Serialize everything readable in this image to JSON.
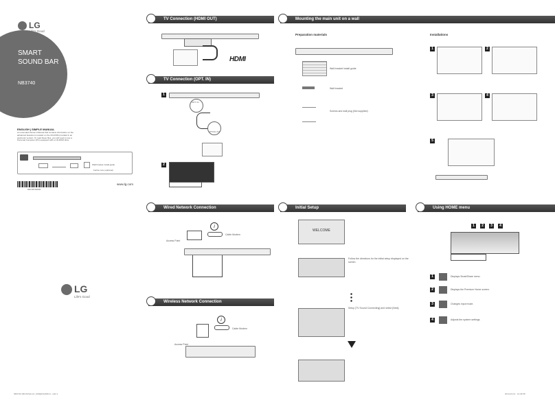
{
  "brand": {
    "logo_text": "LG",
    "tagline": "Life's Good"
  },
  "cover": {
    "title_line1": "SMART",
    "title_line2": "SOUND BAR",
    "model": "NB3740",
    "manual_label": "ENGLISH | SIMPLE MANUAL",
    "manual_desc": "An extended Owner's Manual that contains information on the advanced features is located on the CD-ROM provided in an electronic version. To read these files, you will need to use a Personal Computer (PC) equipped with a CD-ROM drive.",
    "acc_wall": "Wall bracket install guide",
    "acc_ferrite": "Ferrite core (optional)",
    "website": "www.lg.com"
  },
  "sections": {
    "hdmi": "TV Connection (HDMI OUT)",
    "optical": "TV Connection (OPT. IN)",
    "wall": "Mounting the main unit on a wall",
    "wired": "Wired Network Connection",
    "initial": "Initial Setup",
    "home": "Using HOME menu",
    "wireless": "Wireless Network Connection"
  },
  "hdmi_logo": "HDMI",
  "optical": {
    "opt_in": "OPT. IN",
    "optical": "OPTICAL OUT"
  },
  "wall": {
    "prep": "Preparation materials",
    "install": "Installations",
    "guide": "Wall bracket install guide",
    "bracket": "Wall bracket",
    "screws": "Screws and wall plug (Not supplied)"
  },
  "network": {
    "cable_modem": "Cable Modem",
    "access_point": "Access Point"
  },
  "initial": {
    "welcome": "WELCOME",
    "follow": "Follow the directions for the initial setup displayed on the screen.",
    "setup": "Setup [TV Sound Connecting] and select [Next]."
  },
  "home": {
    "nums": [
      "1",
      "2",
      "3",
      "4"
    ],
    "items": [
      {
        "num": "1",
        "text": "Displays SmartShare menu"
      },
      {
        "num": "2",
        "text": "Displays the Premium Home screen."
      },
      {
        "num": "3",
        "text": "Changes input mode."
      },
      {
        "num": "4",
        "text": "Adjusts the system settings."
      }
    ]
  },
  "footer": {
    "left": "NB3740-NB.DUSALLK_SIM(ENG)MFL6...indd  1",
    "right": "2014-04-14     12:46:58"
  },
  "barcode_text": "MFL68700000"
}
